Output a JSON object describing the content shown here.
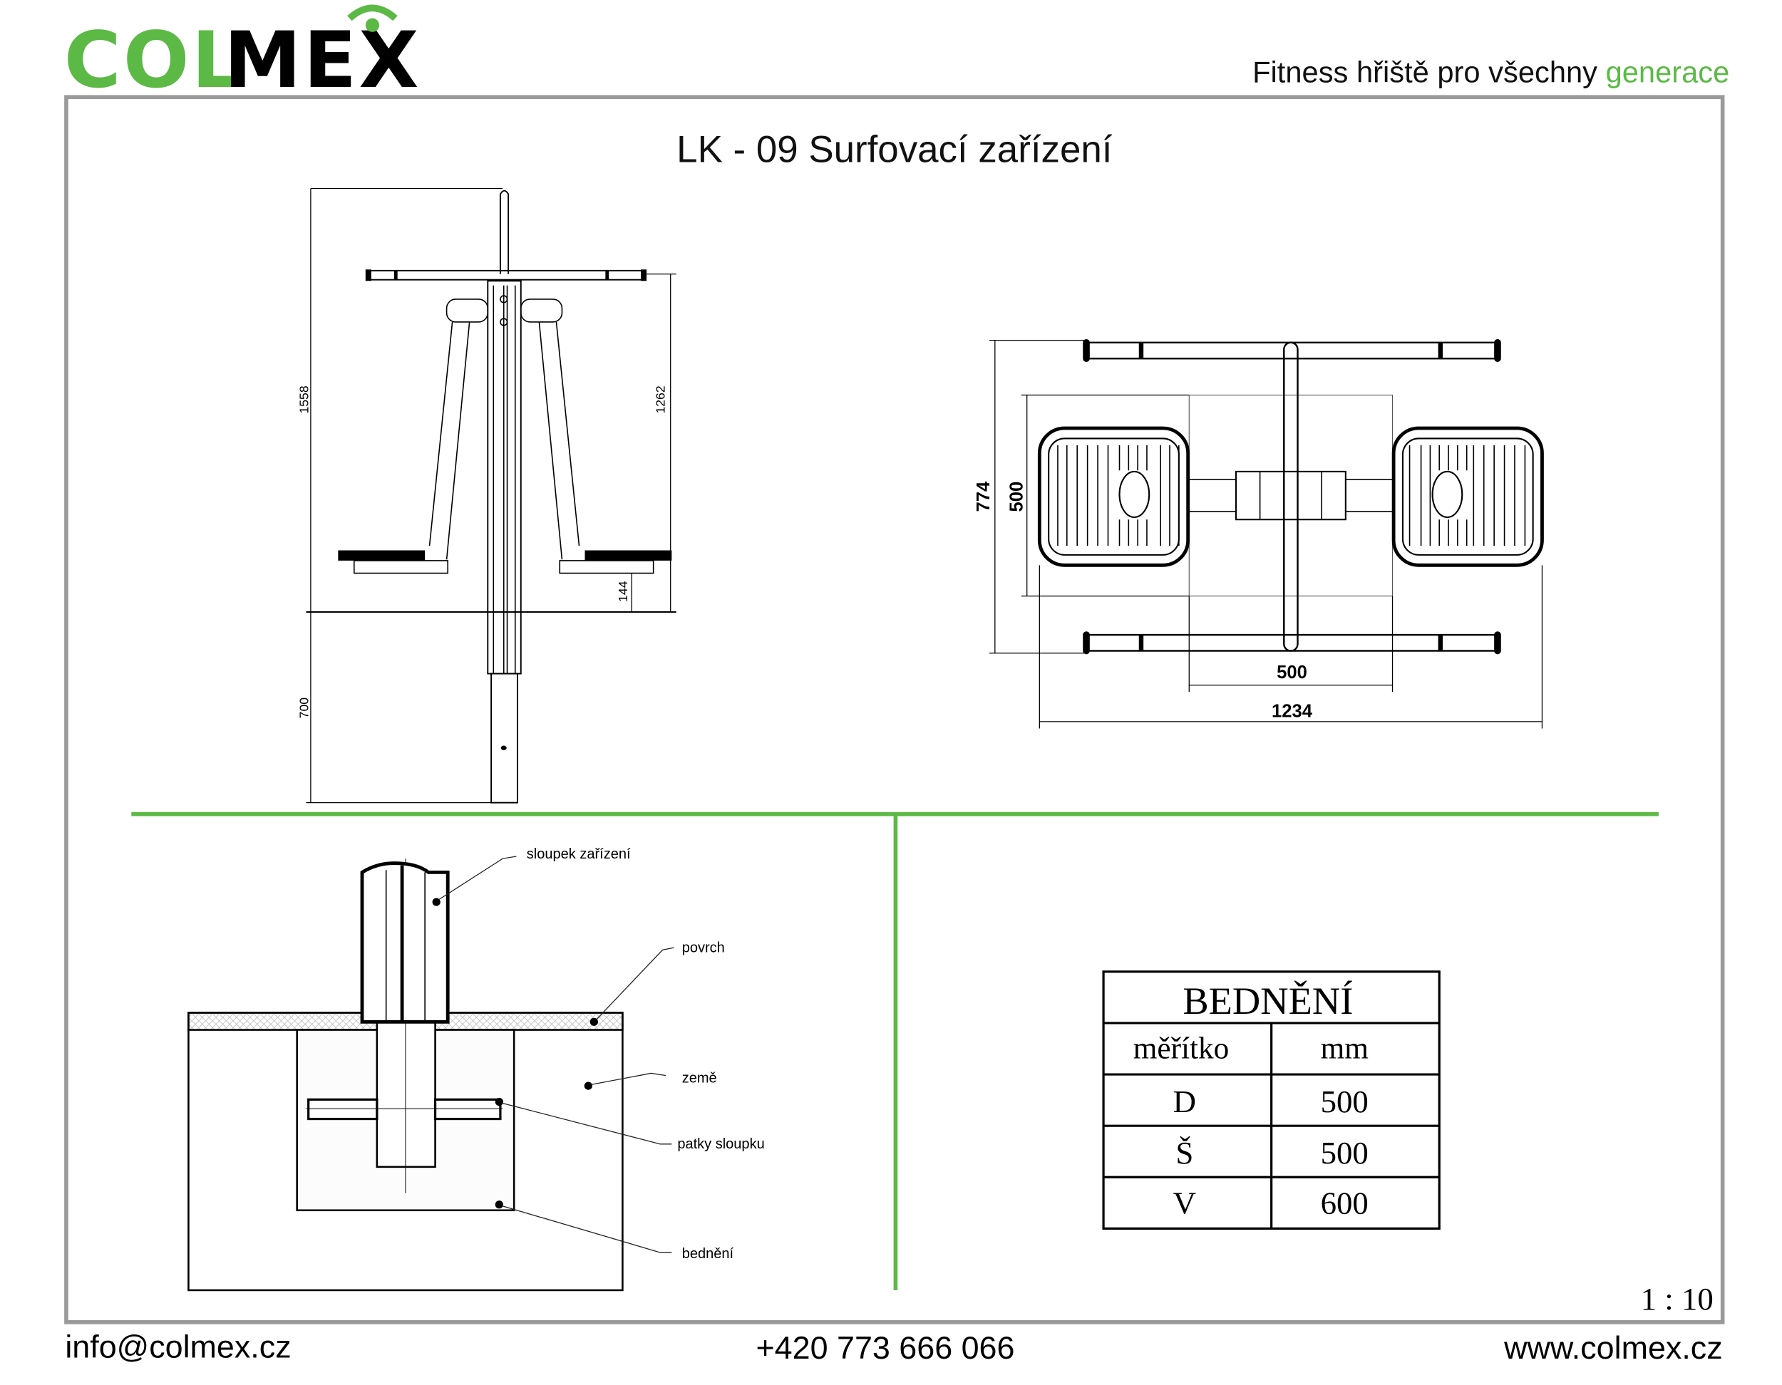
{
  "header": {
    "logo_left": "COL",
    "logo_right": "MEX",
    "tagline_main": "Fitness hřiště pro všechny ",
    "tagline_accent": "generace"
  },
  "title": "LK - 09 Surfovací zařízení",
  "side_view": {
    "dims": {
      "total_height": "1558",
      "underground": "700",
      "bar_height": "1262",
      "pedal_height": "144"
    }
  },
  "top_view": {
    "dims": {
      "depth": "774",
      "footprint_depth": "500",
      "footprint_width": "500",
      "total_width": "1234"
    }
  },
  "foundation": {
    "labels": {
      "post": "sloupek zařízení",
      "surface": "povrch",
      "ground": "země",
      "feet": "patky sloupku",
      "formwork": "bednění"
    }
  },
  "table": {
    "title": "BEDNĚNÍ",
    "header": [
      "měřítko",
      "mm"
    ],
    "rows": [
      [
        "D",
        "500"
      ],
      [
        "Š",
        "500"
      ],
      [
        "V",
        "600"
      ]
    ]
  },
  "scale": "1 : 10",
  "footer": {
    "email": "info@colmex.cz",
    "phone": "+420 773 666 066",
    "web": "www.colmex.cz"
  },
  "colors": {
    "accent": "#5cb946",
    "frame": "#9a9a9a"
  }
}
